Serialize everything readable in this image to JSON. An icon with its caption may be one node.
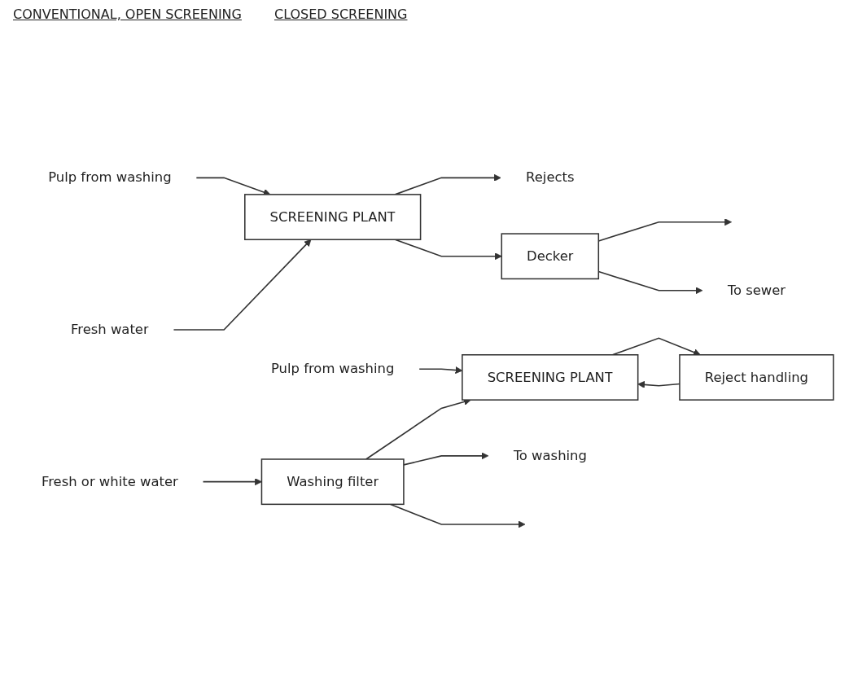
{
  "diagram": {
    "nodes": [
      {
        "text": [
          "Pulp from washing"
        ]
      },
      {
        "text": [
          "Fresh water"
        ]
      },
      {
        "text": [
          "SCREENING PLANT"
        ]
      },
      {
        "text": [
          "Rejects"
        ]
      },
      {
        "text": [
          "Decker"
        ]
      },
      {
        "text": [
          "To sewer"
        ]
      },
      {
        "text": [
          "Fresh or white water"
        ]
      },
      {
        "text": [
          "Pulp from washing"
        ]
      },
      {
        "text": [
          "SCREENING PLANT"
        ]
      },
      {
        "text": [
          "Reject handling"
        ]
      },
      {
        "text": [
          "Washing filter"
        ]
      },
      {
        "text": [
          "To washing"
        ]
      }
    ],
    "edges": [
      {
        "from": 0,
        "to": 2,
        "arrow": "to"
      },
      {
        "from": 1,
        "to": 2,
        "arrow": "to"
      },
      {
        "from": 2,
        "to": 3,
        "arrow": "to"
      },
      {
        "from": 2,
        "to": 4,
        "arrow": "to"
      },
      {
        "from": 4,
        "to": null,
        "arrow": "to"
      },
      {
        "from": 4,
        "to": 5,
        "arrow": "to"
      },
      {
        "from": 6,
        "to": 10,
        "arrow": "to"
      },
      {
        "from": 7,
        "to": 8,
        "arrow": "to"
      },
      {
        "from": 8,
        "to": 9,
        "arrow": "to"
      },
      {
        "from": 9,
        "to": 8,
        "arrow": "to"
      },
      {
        "from": 10,
        "to": null,
        "arrow": "to"
      },
      {
        "from": 10,
        "to": 8,
        "arrow": "to"
      },
      {
        "from": 10,
        "to": 11,
        "arrow": "to"
      }
    ],
    "labels": [
      "CONVENTIONAL, OPEN SCREENING",
      "CLOSED SCREENING"
    ]
  }
}
